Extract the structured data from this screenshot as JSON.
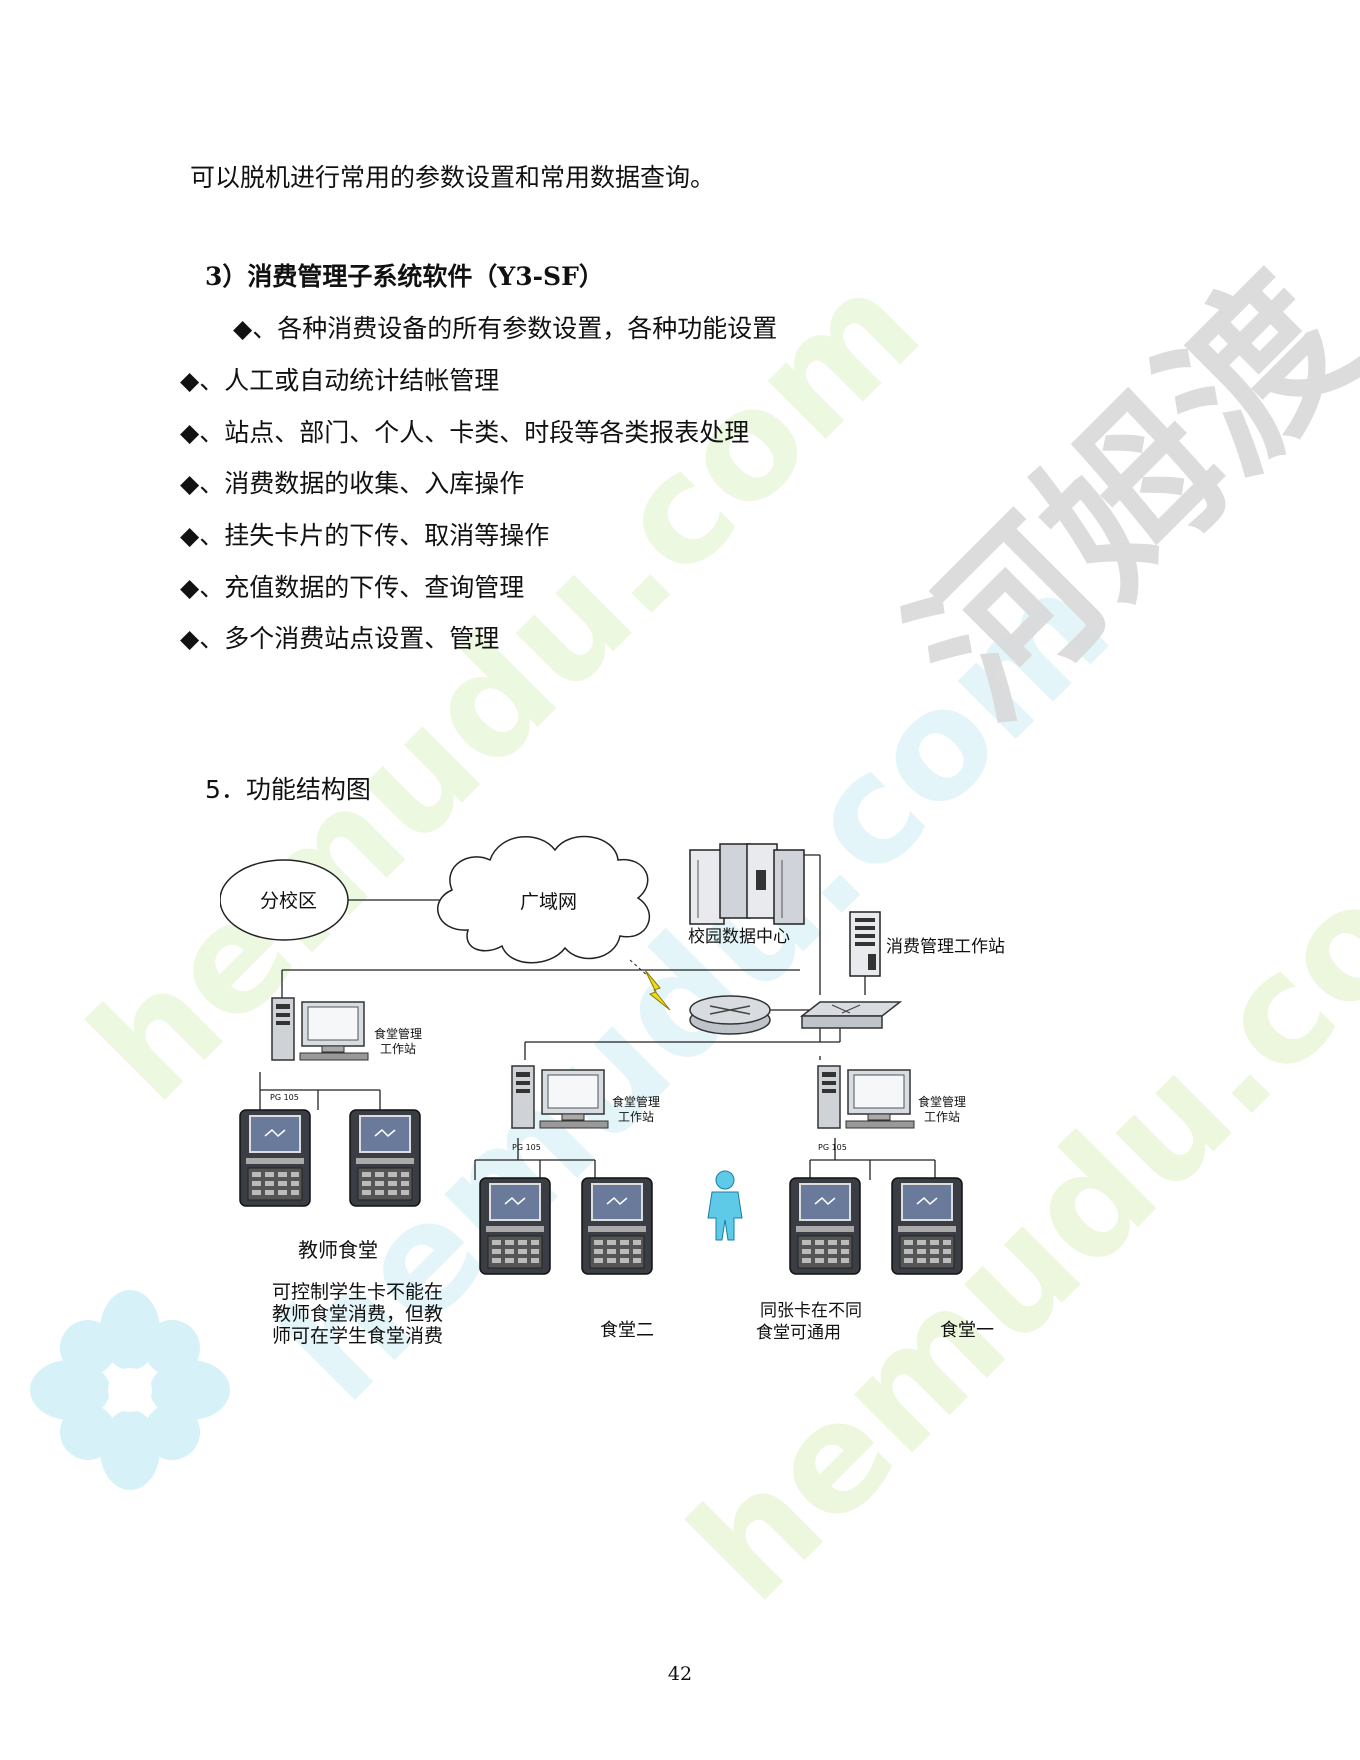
{
  "document": {
    "intro_line": "可以脱机进行常用的参数设置和常用数据查询。",
    "subsection_title": "3）消费管理子系统软件（Y3-SF）",
    "bullets": [
      "◆、各种消费设备的所有参数设置，各种功能设置",
      "◆、人工或自动统计结帐管理",
      "◆、站点、部门、个人、卡类、时段等各类报表处理",
      "◆、消费数据的收集、入库操作",
      "◆、挂失卡片的下传、取消等操作",
      "◆、充值数据的下传、查询管理",
      "◆、多个消费站点设置、管理"
    ],
    "section_title": "5．功能结构图",
    "page_number": "42"
  },
  "diagram": {
    "branch_campus": "分校区",
    "wan": "广域网",
    "data_center": "校园数据中心",
    "consumption_ws": "消费管理工作站",
    "canteen_ws_left": [
      "食堂管理",
      "工作站"
    ],
    "canteen_ws_mid": [
      "食堂管理",
      "工作站"
    ],
    "canteen_ws_right": [
      "食堂管理",
      "工作站"
    ],
    "device_tag": "PG 105",
    "teacher_canteen": "教师食堂",
    "teacher_note": [
      "可控制学生卡不能在",
      "教师食堂消费，但教",
      "师可在学生食堂消费"
    ],
    "canteen_two": "食堂二",
    "canteen_one": "食堂一",
    "same_card_note": [
      "同张卡在不同",
      "食堂可通用"
    ]
  },
  "watermark": {
    "brand": "河姆渡",
    "site": "hemudu.com",
    "colors": {
      "cyan": "#cdeff8",
      "green": "#eaf6d4",
      "gray": "#dcdcdc"
    }
  }
}
